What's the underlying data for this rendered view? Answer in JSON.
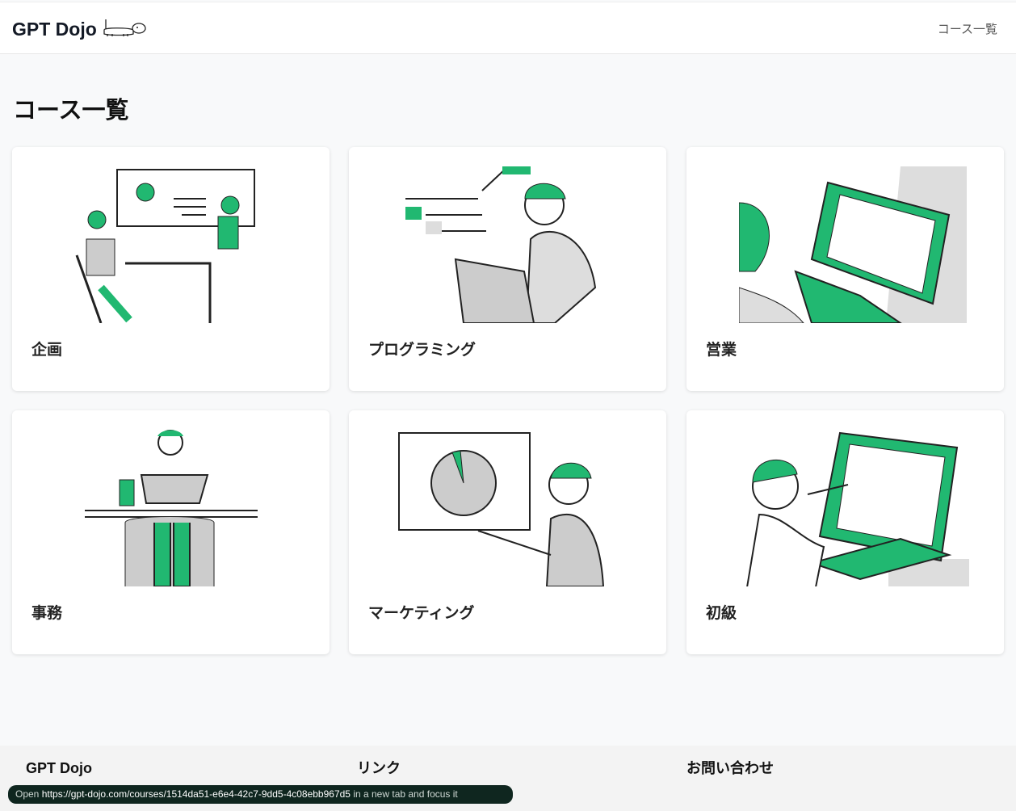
{
  "header": {
    "logo": "GPT Dojo",
    "nav_link": "コース一覧"
  },
  "page_title": "コース一覧",
  "courses": [
    {
      "label": "企画"
    },
    {
      "label": "プログラミング"
    },
    {
      "label": "営業"
    },
    {
      "label": "事務"
    },
    {
      "label": "マーケティング"
    },
    {
      "label": "初級"
    }
  ],
  "footer": {
    "col1": "GPT Dojo",
    "col2": "リンク",
    "col3": "お問い合わせ"
  },
  "tooltip": {
    "prefix": "Open",
    "url": "https://gpt-dojo.com/courses/1514da51-e6e4-42c7-9dd5-4c08ebb967d5",
    "suffix": "in a new tab and focus it"
  },
  "colors": {
    "accent": "#21b871"
  }
}
